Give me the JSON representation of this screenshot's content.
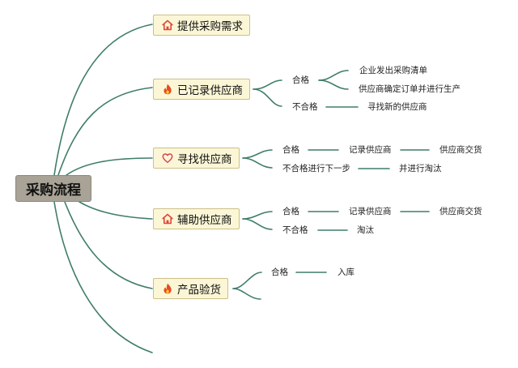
{
  "root": {
    "label": "采购流程"
  },
  "branches": [
    {
      "label": "提供采购需求",
      "icon": "home-icon"
    },
    {
      "label": "已记录供应商",
      "icon": "flame-icon"
    },
    {
      "label": "寻找供应商",
      "icon": "heart-icon"
    },
    {
      "label": "辅助供应商",
      "icon": "home-icon"
    },
    {
      "label": "产品验货",
      "icon": "flame-icon"
    }
  ],
  "labels": {
    "b2_pass": "合格",
    "b2_pass_a": "企业发出采购清单",
    "b2_pass_b": "供应商确定订单并进行生产",
    "b2_fail": "不合格",
    "b2_fail_a": "寻找新的供应商",
    "b3_pass": "合格",
    "b3_pass_a": "记录供应商",
    "b3_pass_b": "供应商交货",
    "b3_fail": "不合格进行下一步",
    "b3_fail_a": "并进行淘汰",
    "b4_pass": "合格",
    "b4_pass_a": "记录供应商",
    "b4_pass_b": "供应商交货",
    "b4_fail": "不合格",
    "b4_fail_a": "淘汰",
    "b5_pass": "合格",
    "b5_pass_a": "入库"
  },
  "colors": {
    "connector": "#3f7d6b",
    "node_fill": "#fbf6d6",
    "root_fill": "#a8a396",
    "home_icon": "#e0463a",
    "flame_icon": "#e84a1c",
    "heart_icon": "#d9465a"
  }
}
